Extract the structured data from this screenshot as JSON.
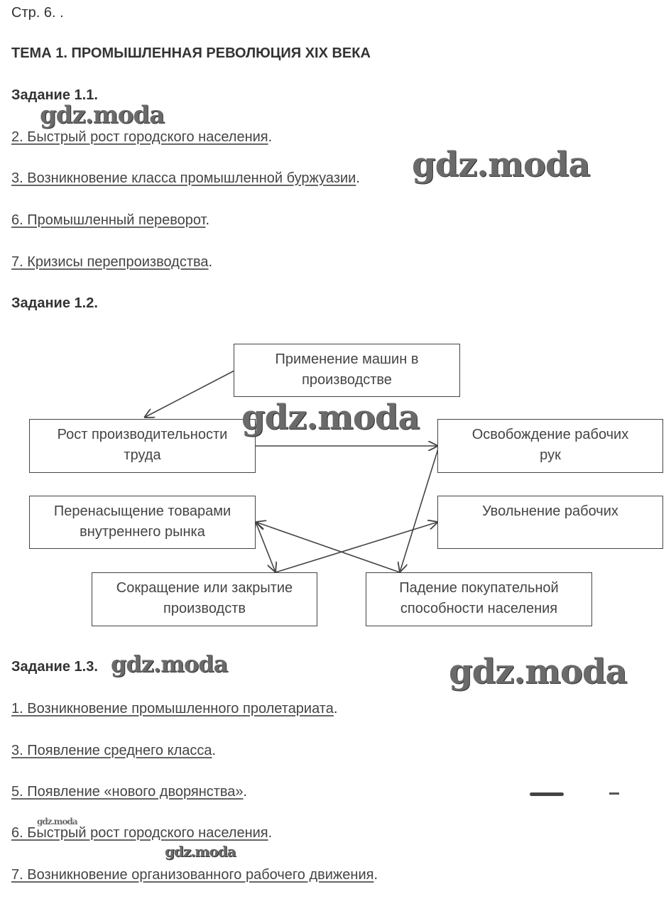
{
  "page_ref": "Стр. 6. .",
  "topic_title": "ТЕМА 1. ПРОМЫШЛЕННАЯ РЕВОЛЮЦИЯ XIX ВЕКА",
  "task1": {
    "title": "Задание 1.1.",
    "items": [
      "2. Быстрый рост городского населения",
      "3. Возникновение класса промышленной буржуазии",
      "6. Промышленный переворот",
      "7. Кризисы перепроизводства"
    ]
  },
  "task2": {
    "title": "Задание 1.2.",
    "boxes": {
      "machines": [
        "Применение машин в",
        "производстве"
      ],
      "productivity": [
        "Рост производительности",
        "труда"
      ],
      "release": [
        "Освобождение рабочих",
        "рук"
      ],
      "oversaturation": [
        "Перенасыщение товарами",
        "внутреннего рынка"
      ],
      "dismissal": [
        "Увольнение рабочих"
      ],
      "closure": [
        "Сокращение или закрытие",
        "производств"
      ],
      "purchasing": [
        "Падение покупательной",
        "способности населения"
      ]
    }
  },
  "task3": {
    "title": "Задание 1.3.",
    "items": [
      "1. Возникновение промышленного пролетариата",
      "3. Появление среднего класса",
      "5. Появление «нового дворянства»",
      "6. Быстрый рост городского населения",
      "7. Возникновение организованного рабочего движения"
    ]
  },
  "watermark": "gdz.moda",
  "period": "."
}
